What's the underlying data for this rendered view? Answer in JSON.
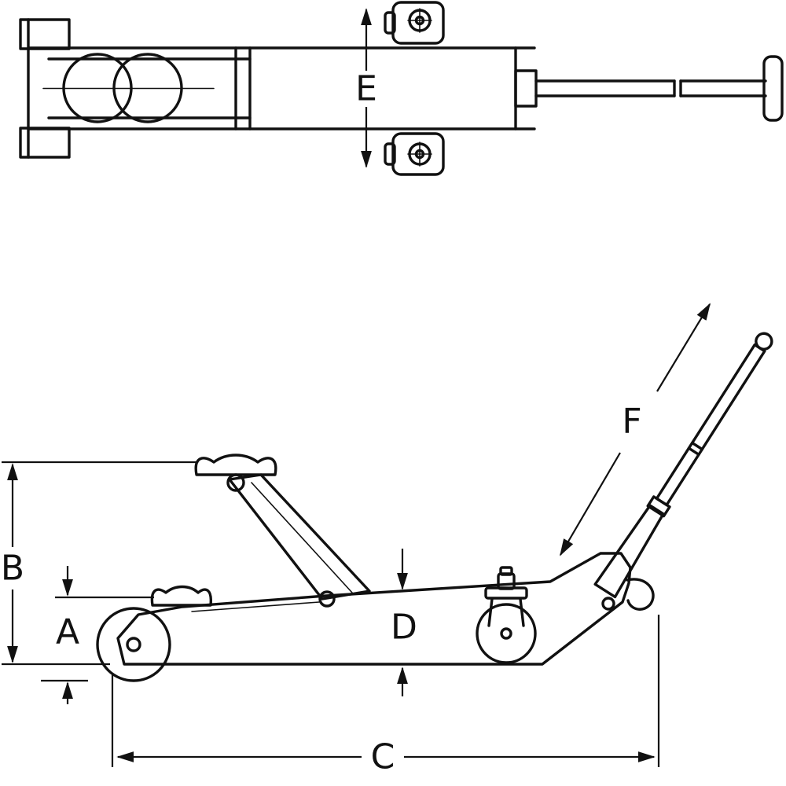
{
  "diagram": {
    "description": "Two-view dimensioned technical line drawing of a hydraulic trolley floor jack: top (plan) view above, side (elevation) view below, with lift handle raised",
    "views": {
      "top": "plan view of jack chassis, saddle, casters and handle",
      "side": "side elevation of jack with raised saddle, lowered saddle position, wheels, casters and handle"
    },
    "dimension_labels": {
      "A": "A",
      "B": "B",
      "C": "C",
      "D": "D",
      "E": "E",
      "F": "F"
    },
    "colors": {
      "line": "#111111",
      "background": "#ffffff"
    }
  }
}
